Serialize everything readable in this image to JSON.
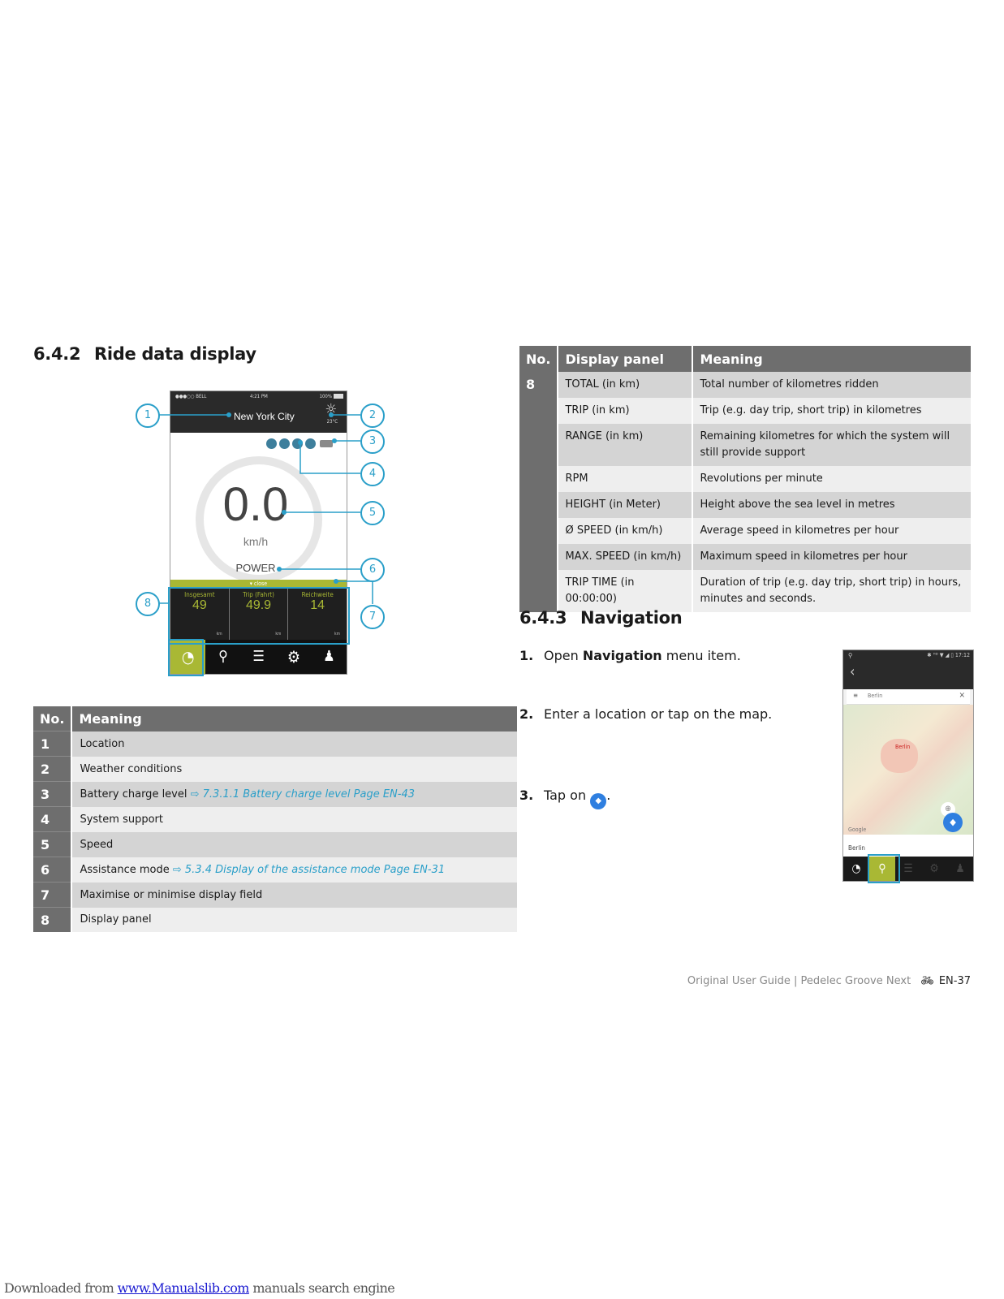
{
  "section_642": {
    "number": "6.4.2",
    "title": "Ride data display"
  },
  "phone1": {
    "status_left": "●●●○○ BELL",
    "status_time": "4:21 PM",
    "status_right": "100%",
    "location": "New York City",
    "temperature": "23°C",
    "speed": "0.0",
    "speed_unit": "km/h",
    "mode": "POWER",
    "close_bar": "▾ close",
    "panels": [
      {
        "label": "Insgesamt",
        "value": "49",
        "unit": "km"
      },
      {
        "label": "Trip (Fahrt)",
        "value": "49.9",
        "unit": "km"
      },
      {
        "label": "Reichweite",
        "value": "14",
        "unit": "km"
      }
    ],
    "accent_color": "#a9b834",
    "callouts": [
      "1",
      "2",
      "3",
      "4",
      "5",
      "6",
      "7",
      "8"
    ]
  },
  "legend_table": {
    "headers": {
      "no": "No.",
      "meaning": "Meaning"
    },
    "rows": [
      {
        "no": "1",
        "meaning": "Location",
        "ref": ""
      },
      {
        "no": "2",
        "meaning": "Weather conditions",
        "ref": ""
      },
      {
        "no": "3",
        "meaning": "Battery charge level",
        "ref": "⇨ 7.3.1.1 Battery charge level Page EN-43"
      },
      {
        "no": "4",
        "meaning": "System support",
        "ref": ""
      },
      {
        "no": "5",
        "meaning": "Speed",
        "ref": ""
      },
      {
        "no": "6",
        "meaning": "Assistance mode",
        "ref": "⇨ 5.3.4 Display of the assistance mode Page EN-31"
      },
      {
        "no": "7",
        "meaning": "Maximise or minimise display field",
        "ref": ""
      },
      {
        "no": "8",
        "meaning": "Display panel",
        "ref": ""
      }
    ]
  },
  "panel_table": {
    "headers": {
      "no": "No.",
      "panel": "Display panel",
      "meaning": "Meaning"
    },
    "group": "8",
    "rows": [
      {
        "panel": "TOTAL (in km)",
        "meaning": "Total number of kilometres ridden"
      },
      {
        "panel": "TRIP (in km)",
        "meaning": "Trip (e.g. day trip, short trip) in kilometres"
      },
      {
        "panel": "RANGE (in km)",
        "meaning": "Remaining kilometres for which the system will still provide support"
      },
      {
        "panel": "RPM",
        "meaning": "Revolutions per minute"
      },
      {
        "panel": "HEIGHT (in Meter)",
        "meaning": "Height above the sea level in metres"
      },
      {
        "panel": "Ø SPEED (in km/h)",
        "meaning": "Average speed in kilometres per hour"
      },
      {
        "panel": "MAX. SPEED (in km/h)",
        "meaning": "Maximum speed in kilometres per hour"
      },
      {
        "panel": "TRIP TIME (in 00:00:00)",
        "meaning": "Duration of trip (e.g. day trip, short trip) in hours, minutes and seconds."
      }
    ]
  },
  "section_643": {
    "number": "6.4.3",
    "title": "Navigation"
  },
  "steps": [
    {
      "n": "1.",
      "pre": "Open ",
      "bold": "Navigation",
      "post": " menu item."
    },
    {
      "n": "2.",
      "pre": "Enter a location or tap on the map.",
      "bold": "",
      "post": ""
    },
    {
      "n": "3.",
      "pre": "Tap on ",
      "bold": "",
      "post": "."
    }
  ],
  "phone2": {
    "status": "✱ ᴴᴰ ▼ ◢ ▯ 17:12",
    "search": "Berlin",
    "map_label": "Berlin",
    "google": "Google",
    "result": "Berlin",
    "nav_color": "#2f7fe0"
  },
  "footer": {
    "text": "Original User Guide | Pedelec Groove Next",
    "page": "EN-37"
  },
  "download": {
    "pre": "Downloaded from ",
    "link": "www.Manualslib.com",
    "post": " manuals search engine"
  }
}
